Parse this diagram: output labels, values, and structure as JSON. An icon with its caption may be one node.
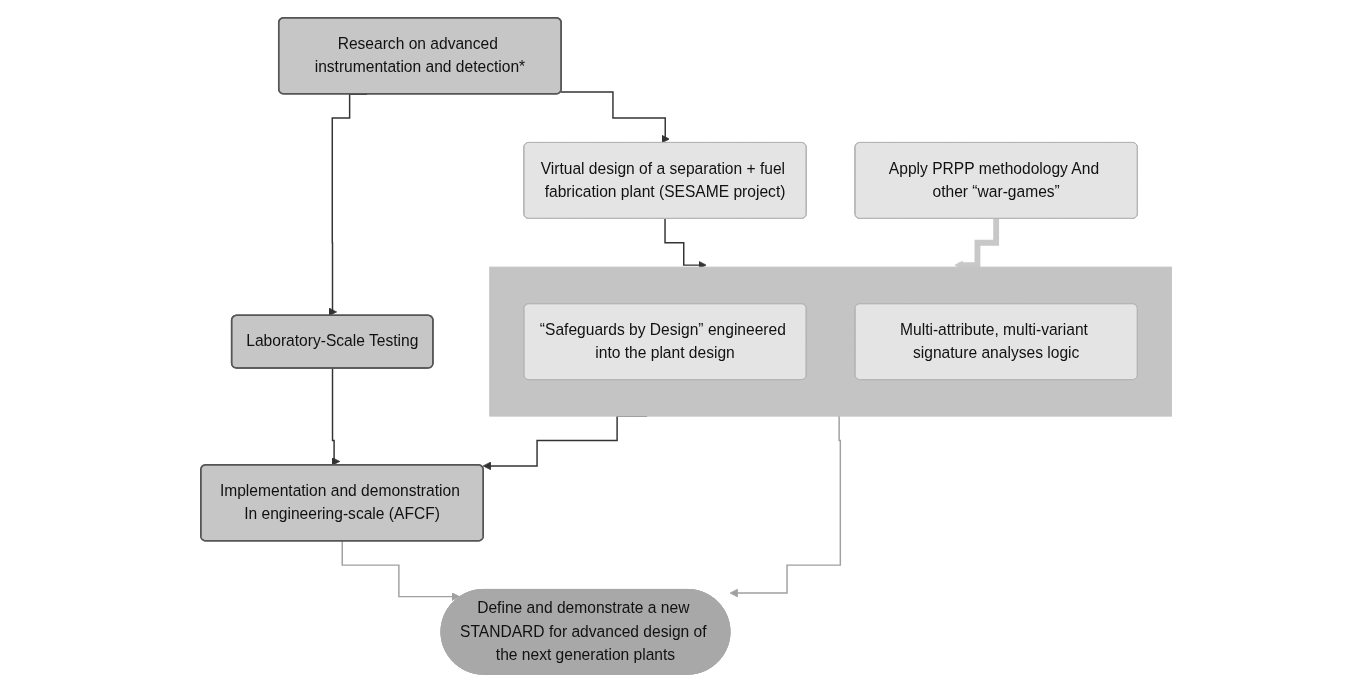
{
  "diagram": {
    "nodes": [
      {
        "text": [
          "Research on advanced instrumentation and detection*"
        ]
      },
      {
        "text": [
          "Virtual design of a separation + fuel fabrication plant (SESAME project)"
        ]
      },
      {
        "text": [
          "Laboratory-Scale Testing"
        ]
      },
      {
        "text": [],
        "shape": "box"
      },
      {
        "text": [
          "“Safeguards by Design” engineered into the plant design"
        ],
        "in": 3
      },
      {
        "text": [
          "Multi-attribute, multi-variant signature analyses logic"
        ],
        "in": 3
      },
      {
        "text": [
          "Implementation and demonstration In engineering-scale (AFCF)"
        ]
      },
      {
        "text": [
          "Apply PRPP methodology And other “war-games”"
        ]
      },
      {
        "text": [
          "Define and demonstrate a new STANDARD for advanced design of the next generation plants"
        ]
      }
    ],
    "edges": [
      {
        "from": 0,
        "to": 1,
        "arrow": "to"
      },
      {
        "from": 0,
        "to": 2,
        "arrow": "to"
      },
      {
        "from": 1,
        "to": 3,
        "arrow": "to"
      },
      {
        "from": 2,
        "to": 6,
        "arrow": "to"
      },
      {
        "from": 3,
        "to": 6,
        "arrow": "to"
      },
      {
        "from": 7,
        "to": 3,
        "arrow": "to",
        "style": "thick",
        "color": "#c8c8c8"
      },
      {
        "from": 6,
        "to": 8,
        "arrow": "to",
        "color": "#a0a0a0"
      },
      {
        "from": 3,
        "to": 8,
        "arrow": "to",
        "color": "#a0a0a0"
      }
    ]
  }
}
